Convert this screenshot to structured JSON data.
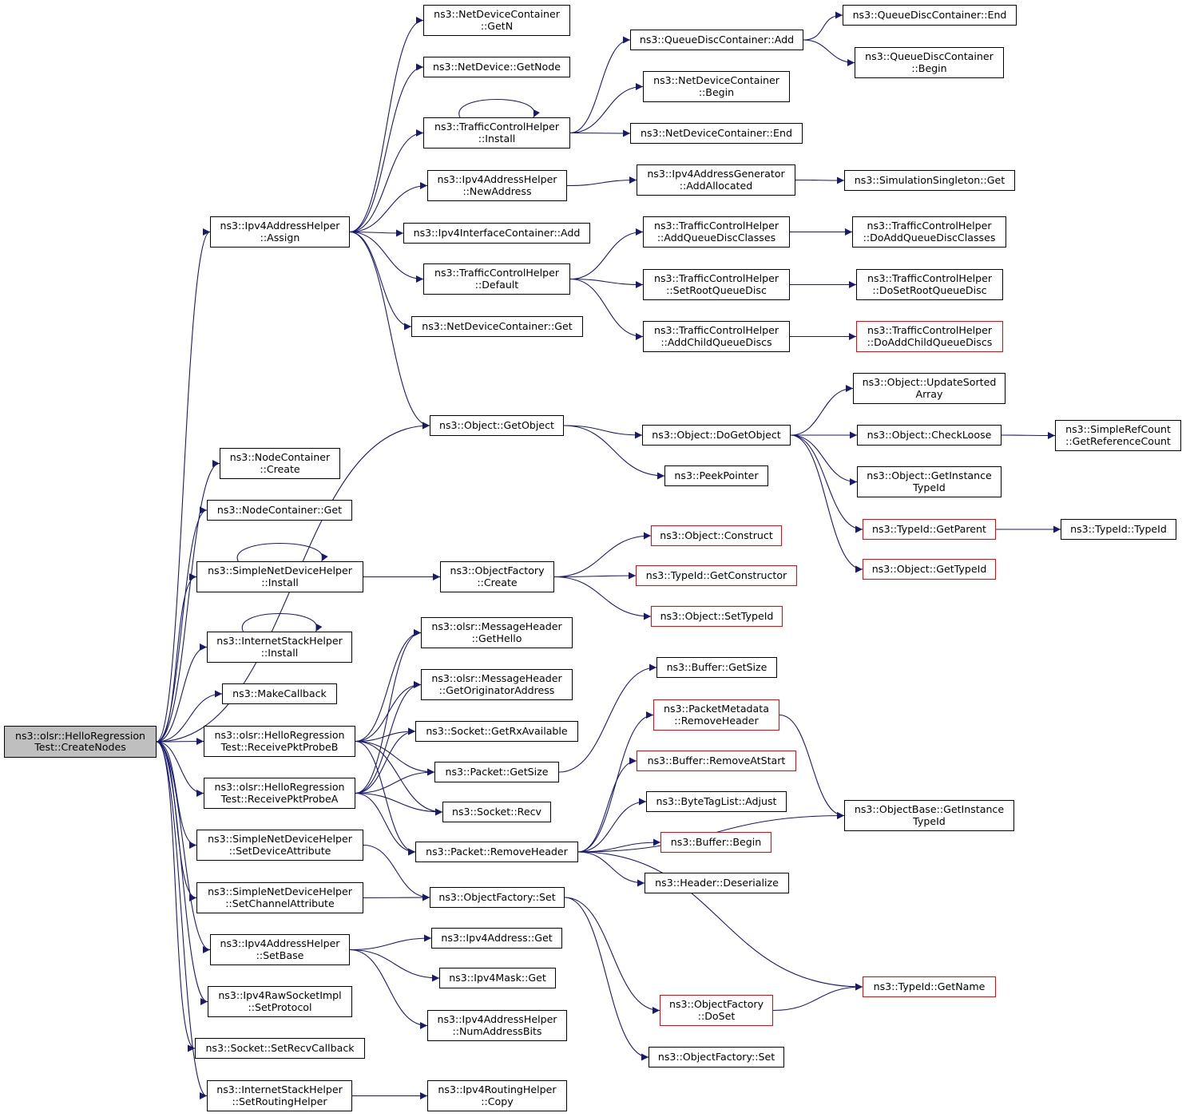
{
  "colors": {
    "edge": "#191970",
    "border": "#000000",
    "truncated_border": "#ff0000",
    "root_fill": "#bfbfbf",
    "node_fill": "#ffffff"
  },
  "nodes": {
    "n0": {
      "lines": [
        "ns3::olsr::HelloRegression",
        "Test::CreateNodes"
      ],
      "root": true
    },
    "n1": {
      "lines": [
        "ns3::Ipv4AddressHelper",
        "::Assign"
      ]
    },
    "n2": {
      "lines": [
        "ns3::NetDeviceContainer",
        "::GetN"
      ]
    },
    "n3": {
      "lines": [
        "ns3::NetDevice::GetNode"
      ]
    },
    "n4": {
      "lines": [
        "ns3::TrafficControlHelper",
        "::Install"
      ]
    },
    "n5": {
      "lines": [
        "ns3::QueueDiscContainer::Add"
      ]
    },
    "n6": {
      "lines": [
        "ns3::QueueDiscContainer::End"
      ]
    },
    "n7": {
      "lines": [
        "ns3::QueueDiscContainer",
        "::Begin"
      ]
    },
    "n8": {
      "lines": [
        "ns3::NetDeviceContainer",
        "::Begin"
      ]
    },
    "n9": {
      "lines": [
        "ns3::NetDeviceContainer::End"
      ]
    },
    "n10": {
      "lines": [
        "ns3::Ipv4AddressHelper",
        "::NewAddress"
      ]
    },
    "n11": {
      "lines": [
        "ns3::Ipv4AddressGenerator",
        "::AddAllocated"
      ]
    },
    "n12": {
      "lines": [
        "ns3::SimulationSingleton::Get"
      ]
    },
    "n13": {
      "lines": [
        "ns3::Ipv4InterfaceContainer::Add"
      ]
    },
    "n14": {
      "lines": [
        "ns3::TrafficControlHelper",
        "::Default"
      ]
    },
    "n15": {
      "lines": [
        "ns3::TrafficControlHelper",
        "::AddQueueDiscClasses"
      ]
    },
    "n16": {
      "lines": [
        "ns3::TrafficControlHelper",
        "::DoAddQueueDiscClasses"
      ]
    },
    "n17": {
      "lines": [
        "ns3::TrafficControlHelper",
        "::SetRootQueueDisc"
      ]
    },
    "n18": {
      "lines": [
        "ns3::TrafficControlHelper",
        "::DoSetRootQueueDisc"
      ]
    },
    "n19": {
      "lines": [
        "ns3::TrafficControlHelper",
        "::AddChildQueueDiscs"
      ]
    },
    "n20": {
      "lines": [
        "ns3::TrafficControlHelper",
        "::DoAddChildQueueDiscs"
      ],
      "truncated": true
    },
    "n21": {
      "lines": [
        "ns3::NetDeviceContainer::Get"
      ]
    },
    "n22": {
      "lines": [
        "ns3::Object::GetObject"
      ]
    },
    "n23": {
      "lines": [
        "ns3::Object::DoGetObject"
      ]
    },
    "n24": {
      "lines": [
        "ns3::Object::UpdateSorted",
        "Array"
      ]
    },
    "n25": {
      "lines": [
        "ns3::Object::CheckLoose"
      ]
    },
    "n26": {
      "lines": [
        "ns3::SimpleRefCount",
        "::GetReferenceCount"
      ]
    },
    "n27": {
      "lines": [
        "ns3::Object::GetInstance",
        "TypeId"
      ]
    },
    "n28": {
      "lines": [
        "ns3::TypeId::GetParent"
      ],
      "truncated": true
    },
    "n29": {
      "lines": [
        "ns3::TypeId::TypeId"
      ]
    },
    "n30": {
      "lines": [
        "ns3::Object::GetTypeId"
      ],
      "truncated": true
    },
    "n31": {
      "lines": [
        "ns3::PeekPointer"
      ]
    },
    "n32": {
      "lines": [
        "ns3::NodeContainer",
        "::Create"
      ]
    },
    "n33": {
      "lines": [
        "ns3::NodeContainer::Get"
      ]
    },
    "n34": {
      "lines": [
        "ns3::SimpleNetDeviceHelper",
        "::Install"
      ]
    },
    "n35": {
      "lines": [
        "ns3::ObjectFactory",
        "::Create"
      ]
    },
    "n36": {
      "lines": [
        "ns3::Object::Construct"
      ],
      "truncated": true
    },
    "n37": {
      "lines": [
        "ns3::TypeId::GetConstructor"
      ],
      "truncated": true
    },
    "n38": {
      "lines": [
        "ns3::Object::SetTypeId"
      ],
      "truncated": true
    },
    "n39": {
      "lines": [
        "ns3::InternetStackHelper",
        "::Install"
      ]
    },
    "n40": {
      "lines": [
        "ns3::olsr::MessageHeader",
        "::GetHello"
      ]
    },
    "n41": {
      "lines": [
        "ns3::olsr::MessageHeader",
        "::GetOriginatorAddress"
      ]
    },
    "n42": {
      "lines": [
        "ns3::MakeCallback"
      ]
    },
    "n43": {
      "lines": [
        "ns3::olsr::HelloRegression",
        "Test::ReceivePktProbeB"
      ]
    },
    "n44": {
      "lines": [
        "ns3::Socket::GetRxAvailable"
      ]
    },
    "n45": {
      "lines": [
        "ns3::Buffer::GetSize"
      ]
    },
    "n46": {
      "lines": [
        "ns3::PacketMetadata",
        "::RemoveHeader"
      ],
      "truncated": true
    },
    "n47": {
      "lines": [
        "ns3::Buffer::RemoveAtStart"
      ],
      "truncated": true
    },
    "n48": {
      "lines": [
        "ns3::Packet::GetSize"
      ]
    },
    "n49": {
      "lines": [
        "ns3::olsr::HelloRegression",
        "Test::ReceivePktProbeA"
      ]
    },
    "n50": {
      "lines": [
        "ns3::Socket::Recv"
      ]
    },
    "n51": {
      "lines": [
        "ns3::ByteTagList::Adjust"
      ]
    },
    "n52": {
      "lines": [
        "ns3::ObjectBase::GetInstance",
        "TypeId"
      ]
    },
    "n53": {
      "lines": [
        "ns3::Buffer::Begin"
      ],
      "truncated": true
    },
    "n54": {
      "lines": [
        "ns3::SimpleNetDeviceHelper",
        "::SetDeviceAttribute"
      ]
    },
    "n55": {
      "lines": [
        "ns3::Packet::RemoveHeader"
      ]
    },
    "n56": {
      "lines": [
        "ns3::Header::Deserialize"
      ]
    },
    "n57": {
      "lines": [
        "ns3::SimpleNetDeviceHelper",
        "::SetChannelAttribute"
      ]
    },
    "n58": {
      "lines": [
        "ns3::ObjectFactory::Set"
      ]
    },
    "n59": {
      "lines": [
        "ns3::Ipv4AddressHelper",
        "::SetBase"
      ]
    },
    "n60": {
      "lines": [
        "ns3::Ipv4Address::Get"
      ]
    },
    "n61": {
      "lines": [
        "ns3::Ipv4Mask::Get"
      ]
    },
    "n62": {
      "lines": [
        "ns3::TypeId::GetName"
      ],
      "truncated": true
    },
    "n63": {
      "lines": [
        "ns3::ObjectFactory",
        "::DoSet"
      ],
      "truncated": true
    },
    "n64": {
      "lines": [
        "ns3::Ipv4RawSocketImpl",
        "::SetProtocol"
      ]
    },
    "n65": {
      "lines": [
        "ns3::Ipv4AddressHelper",
        "::NumAddressBits"
      ]
    },
    "n66": {
      "lines": [
        "ns3::Socket::SetRecvCallback"
      ]
    },
    "n67": {
      "lines": [
        "ns3::ObjectFactory::Set"
      ]
    },
    "n68": {
      "lines": [
        "ns3::InternetStackHelper",
        "::SetRoutingHelper"
      ]
    },
    "n69": {
      "lines": [
        "ns3::Ipv4RoutingHelper",
        "::Copy"
      ]
    }
  },
  "edges": [
    [
      "n0",
      "n1"
    ],
    [
      "n0",
      "n22"
    ],
    [
      "n0",
      "n32"
    ],
    [
      "n0",
      "n33"
    ],
    [
      "n0",
      "n34"
    ],
    [
      "n0",
      "n39"
    ],
    [
      "n0",
      "n42"
    ],
    [
      "n0",
      "n43"
    ],
    [
      "n0",
      "n49"
    ],
    [
      "n0",
      "n54"
    ],
    [
      "n0",
      "n57"
    ],
    [
      "n0",
      "n59"
    ],
    [
      "n0",
      "n64"
    ],
    [
      "n0",
      "n66"
    ],
    [
      "n0",
      "n68"
    ],
    [
      "n1",
      "n2"
    ],
    [
      "n1",
      "n3"
    ],
    [
      "n1",
      "n4"
    ],
    [
      "n1",
      "n10"
    ],
    [
      "n1",
      "n13"
    ],
    [
      "n1",
      "n14"
    ],
    [
      "n1",
      "n21"
    ],
    [
      "n1",
      "n22"
    ],
    [
      "n4",
      "n4"
    ],
    [
      "n4",
      "n5"
    ],
    [
      "n4",
      "n8"
    ],
    [
      "n4",
      "n9"
    ],
    [
      "n5",
      "n6"
    ],
    [
      "n5",
      "n7"
    ],
    [
      "n10",
      "n11"
    ],
    [
      "n11",
      "n12"
    ],
    [
      "n14",
      "n15"
    ],
    [
      "n14",
      "n17"
    ],
    [
      "n14",
      "n19"
    ],
    [
      "n15",
      "n16"
    ],
    [
      "n17",
      "n18"
    ],
    [
      "n19",
      "n20"
    ],
    [
      "n22",
      "n23"
    ],
    [
      "n22",
      "n31"
    ],
    [
      "n23",
      "n24"
    ],
    [
      "n23",
      "n25"
    ],
    [
      "n23",
      "n27"
    ],
    [
      "n23",
      "n28"
    ],
    [
      "n23",
      "n30"
    ],
    [
      "n25",
      "n26"
    ],
    [
      "n28",
      "n29"
    ],
    [
      "n34",
      "n34"
    ],
    [
      "n34",
      "n35"
    ],
    [
      "n35",
      "n36"
    ],
    [
      "n35",
      "n37"
    ],
    [
      "n35",
      "n38"
    ],
    [
      "n39",
      "n39"
    ],
    [
      "n43",
      "n40"
    ],
    [
      "n43",
      "n41"
    ],
    [
      "n43",
      "n44"
    ],
    [
      "n43",
      "n48"
    ],
    [
      "n43",
      "n50"
    ],
    [
      "n43",
      "n55"
    ],
    [
      "n49",
      "n40"
    ],
    [
      "n49",
      "n41"
    ],
    [
      "n49",
      "n44"
    ],
    [
      "n49",
      "n48"
    ],
    [
      "n49",
      "n50"
    ],
    [
      "n49",
      "n55"
    ],
    [
      "n48",
      "n45"
    ],
    [
      "n46",
      "n52"
    ],
    [
      "n55",
      "n46"
    ],
    [
      "n55",
      "n47"
    ],
    [
      "n55",
      "n51"
    ],
    [
      "n55",
      "n53"
    ],
    [
      "n55",
      "n56"
    ],
    [
      "n55",
      "n52"
    ],
    [
      "n55",
      "n62"
    ],
    [
      "n54",
      "n58"
    ],
    [
      "n57",
      "n58"
    ],
    [
      "n58",
      "n63"
    ],
    [
      "n58",
      "n67"
    ],
    [
      "n63",
      "n62"
    ],
    [
      "n59",
      "n60"
    ],
    [
      "n59",
      "n61"
    ],
    [
      "n59",
      "n65"
    ],
    [
      "n68",
      "n69"
    ]
  ]
}
